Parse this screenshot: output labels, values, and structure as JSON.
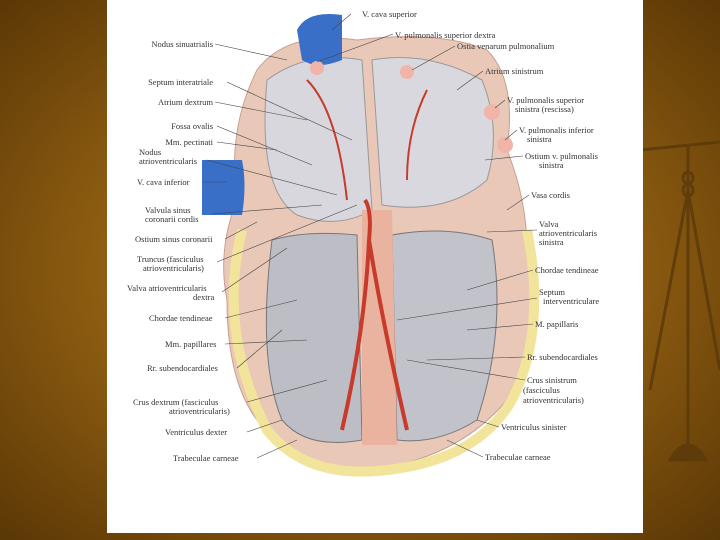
{
  "background": {
    "color_light": "#b8841e",
    "color_dark": "#5a3706"
  },
  "labels": {
    "v_cava_superior": "V. cava superior",
    "v_pulm_sup_dextra": "V. pulmonalis superior dextra",
    "ostia_venarum": "Ostia venarum pulmonalium",
    "nodus_sinuatrialis": "Nodus sinuatrialis",
    "atrium_sinistrum": "Atrium sinistrum",
    "septum_interatriale": "Septum interatriale",
    "atrium_dextrum": "Atrium dextrum",
    "v_pulm_sup_sinistra_1": "V. pulmonalis superior",
    "v_pulm_sup_sinistra_2": "sinistra (rescissa)",
    "fossa_ovalis": "Fossa ovalis",
    "v_pulm_inf_sinistra_1": "V. pulmonalis inferior",
    "v_pulm_inf_sinistra_2": "sinistra",
    "mm_pectinati": "Mm. pectinati",
    "nodus_av_1": "Nodus",
    "nodus_av_2": "atrioventricularis",
    "ostium_v_pulm_1": "Ostium v. pulmonalis",
    "ostium_v_pulm_2": "sinistra",
    "v_cava_inferior": "V. cava inferior",
    "vasa_cordis": "Vasa cordis",
    "valvula_sinus_1": "Valvula sinus",
    "valvula_sinus_2": "coronarii cordis",
    "valva_av_sin_1": "Valva",
    "valva_av_sin_2": "atrioventricularis",
    "valva_av_sin_3": "sinistra",
    "ostium_sinus": "Ostium sinus coronarii",
    "truncus_1": "Truncus (fasciculus",
    "truncus_2": "atrioventricularis)",
    "chordae_right": "Chordae tendineae",
    "valva_av_dex_1": "Valva atrioventricularis",
    "valva_av_dex_2": "dextra",
    "septum_iv_1": "Septum",
    "septum_iv_2": "interventriculare",
    "chordae_left": "Chordae tendineae",
    "mm_papillaris_r": "M. papillaris",
    "mm_papillares_l": "Mm. papillares",
    "rr_subendo_r": "Rr. subendocardiales",
    "rr_subendo_l": "Rr. subendocardiales",
    "crus_sin_1": "Crus sinistrum",
    "crus_sin_2": "(fasciculus",
    "crus_sin_3": "atrioventricularis)",
    "crus_dex_1": "Crus dextrum (fasciculus",
    "crus_dex_2": "atrioventricularis)",
    "ventriculus_dexter": "Ventriculus dexter",
    "ventriculus_sinister": "Ventriculus sinister",
    "trabeculae_l": "Trabeculae carneae",
    "trabeculae_r": "Trabeculae carneae"
  }
}
